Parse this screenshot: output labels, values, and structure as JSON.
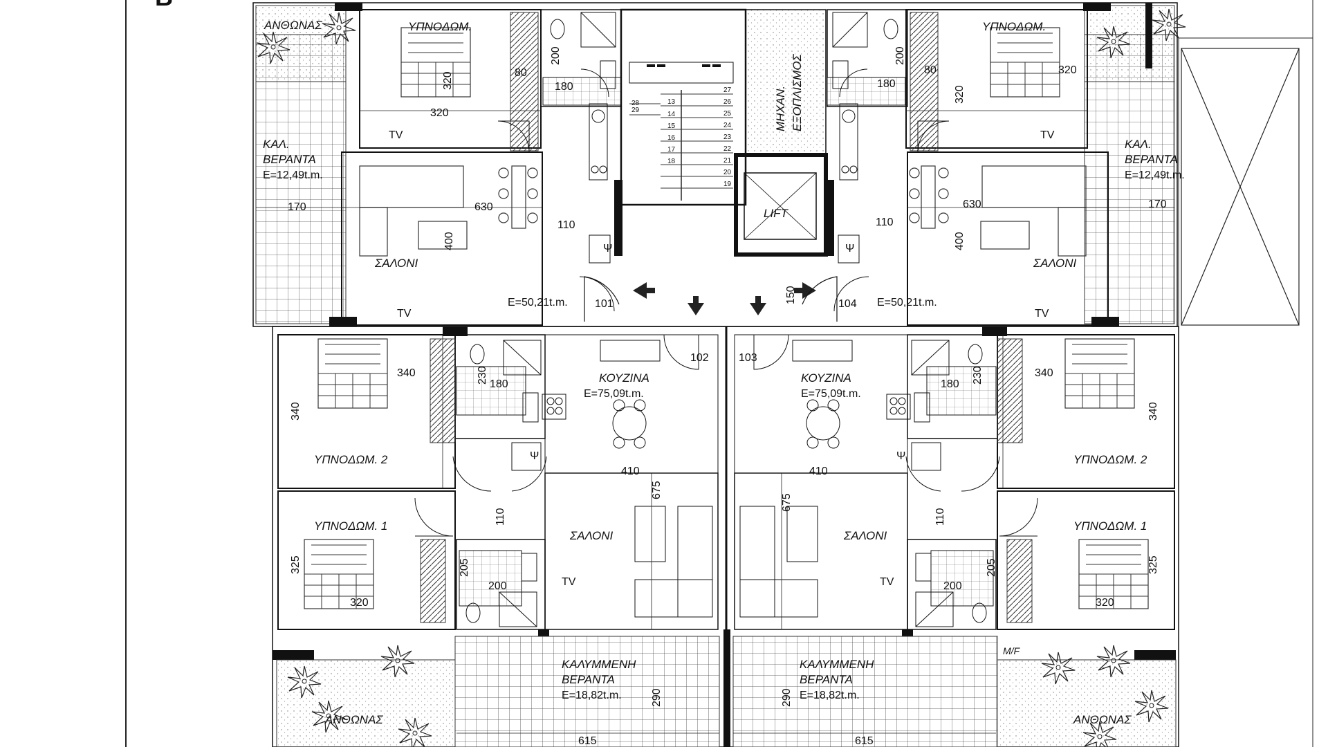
{
  "sheet": {
    "marker": "B"
  },
  "rooms": {
    "garden_top_left": "ΑΝΘΩΝΑΣ",
    "bed_top_left": "ΥΠΝΟΔΩΜ.",
    "bed_top_right": "ΥΠΝΟΔΩΜ.",
    "mech": [
      "ΜΗΧΑΝ.",
      "ΕΞΟΠΛΙΣΜΟΣ"
    ],
    "lift": "LIFT",
    "veranda_left": [
      "ΚΑΛ.",
      "ΒΕΡΑΝΤΑ",
      "E=12,49t.m."
    ],
    "veranda_right": [
      "ΚΑΛ.",
      "ΒΕΡΑΝΤΑ",
      "E=12,49t.m."
    ],
    "salon_top_left": "ΣΑΛΟΝΙ",
    "salon_top_right": "ΣΑΛΟΝΙ",
    "area_101": "E=50,21t.m.",
    "area_104": "E=50,21t.m.",
    "kitchen_left": [
      "ΚΟΥΖΙΝΑ",
      "E=75,09t.m."
    ],
    "kitchen_right": [
      "ΚΟΥΖΙΝΑ",
      "E=75,09t.m."
    ],
    "bed2_left": "ΥΠΝΟΔΩΜ. 2",
    "bed2_right": "ΥΠΝΟΔΩΜ. 2",
    "bed1_left": "ΥΠΝΟΔΩΜ. 1",
    "bed1_right": "ΥΠΝΟΔΩΜ. 1",
    "salon_bottom_left": "ΣΑΛΟΝΙ",
    "salon_bottom_right": "ΣΑΛΟΝΙ",
    "covered_left": [
      "ΚΑΛΥΜΜΕΝΗ",
      "ΒΕΡΑΝΤΑ",
      "E=18,82t.m."
    ],
    "covered_right": [
      "ΚΑΛΥΜΜΕΝΗ",
      "ΒΕΡΑΝΤΑ",
      "E=18,82t.m."
    ],
    "garden_bottom_left": "ΑΝΘΩΝΑΣ",
    "garden_bottom_right": "ΑΝΘΩΝΑΣ",
    "mf": "M/F",
    "tv": "TV",
    "psi": "Ψ"
  },
  "doors": [
    "101",
    "102",
    "103",
    "104"
  ],
  "dims": {
    "d320": "320",
    "d80": "80",
    "d200": "200",
    "d180": "180",
    "d170": "170",
    "d630": "630",
    "d110": "110",
    "d400": "400",
    "d150": "150",
    "d340": "340",
    "d230": "230",
    "d410": "410",
    "d675": "675",
    "d325": "325",
    "d205": "205",
    "d290": "290",
    "d615": "615"
  },
  "stairs": {
    "left": [
      "28",
      "29",
      "13",
      "14",
      "15",
      "16",
      "17",
      "18"
    ],
    "right": [
      "27",
      "26",
      "25",
      "24",
      "23",
      "22",
      "21",
      "20",
      "19"
    ]
  }
}
